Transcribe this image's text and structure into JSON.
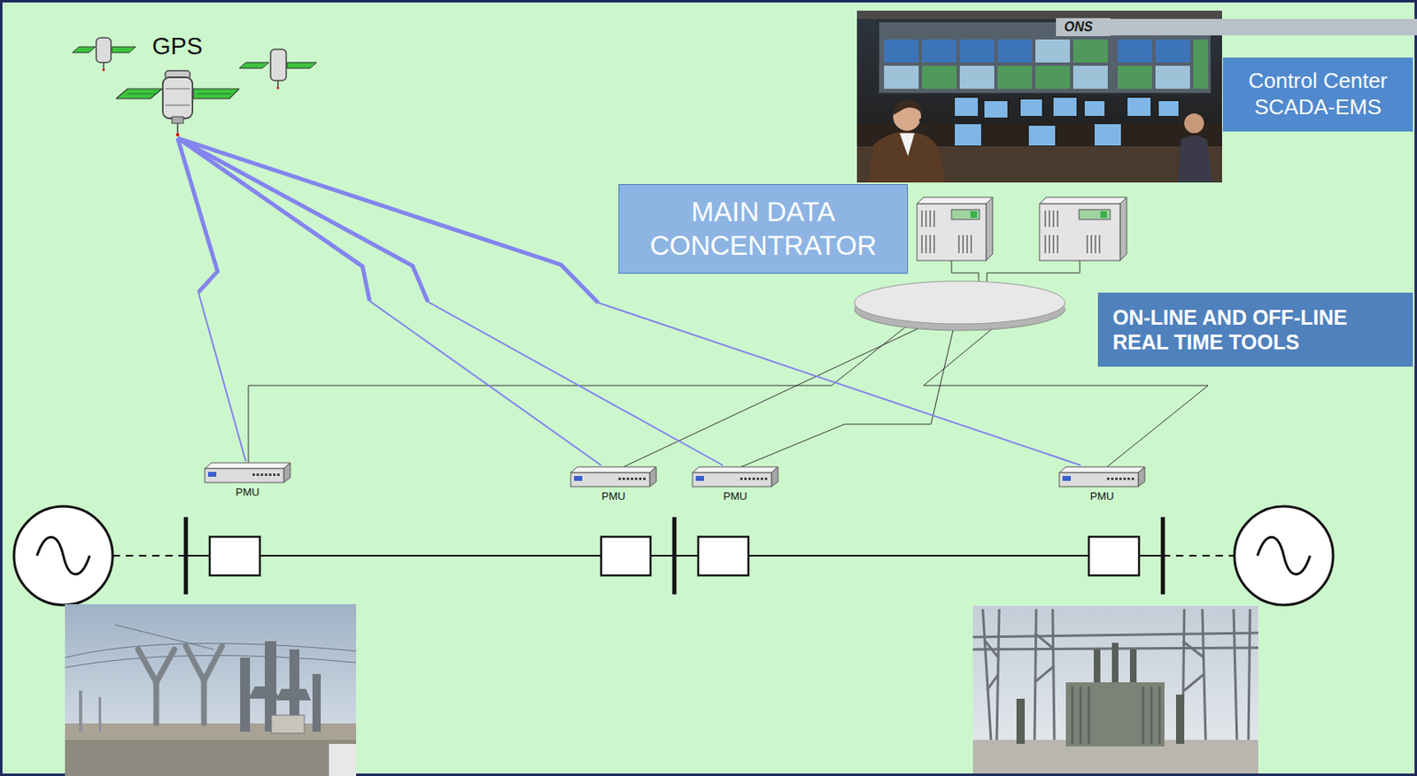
{
  "diagram": {
    "nodes": [
      {
        "text": [
          "GPS"
        ]
      },
      {
        "text": [
          "Control Center SCADA-EMS"
        ]
      },
      {
        "text": [
          "MAIN DATA CONCENTRATOR"
        ]
      },
      {
        "text": [
          "ON-LINE AND OFF-LINE REAL TIME TOOLS"
        ]
      },
      {
        "text": [
          "PMU"
        ]
      },
      {
        "text": [
          "PMU"
        ]
      },
      {
        "text": [
          "PMU"
        ]
      },
      {
        "text": [
          "PMU"
        ]
      }
    ],
    "edges": [
      {
        "from": 0,
        "to": 4,
        "arrow": "none"
      },
      {
        "from": 0,
        "to": 5,
        "arrow": "none"
      },
      {
        "from": 0,
        "to": 6,
        "arrow": "none"
      },
      {
        "from": 0,
        "to": 7,
        "arrow": "none"
      }
    ],
    "labels": [
      "ONS"
    ]
  }
}
